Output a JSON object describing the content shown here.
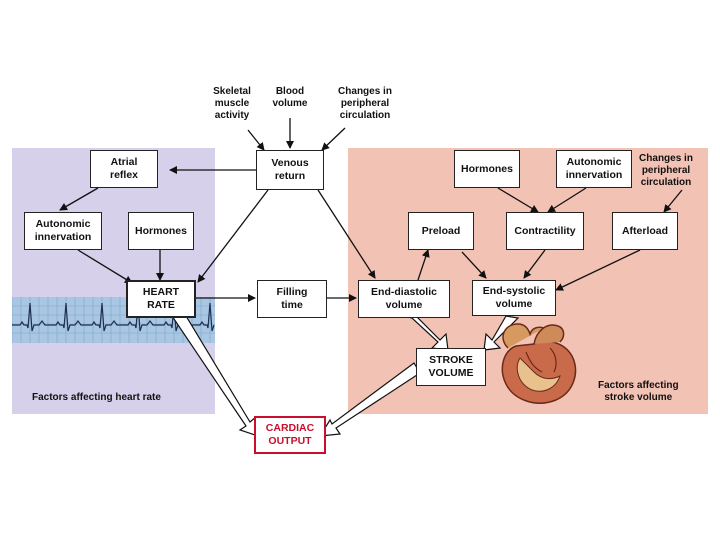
{
  "top_inputs": {
    "skeletal": "Skeletal\nmuscle\nactivity",
    "blood": "Blood\nvolume",
    "changes": "Changes in\nperipheral\ncirculation"
  },
  "nodes": {
    "venous_return": "Venous\nreturn",
    "atrial_reflex": "Atrial\nreflex",
    "autonomic_innervation_hr": "Autonomic\ninnervation",
    "hormones_hr": "Hormones",
    "heart_rate": "HEART\nRATE",
    "filling_time": "Filling\ntime",
    "end_diastolic": "End-diastolic\nvolume",
    "hormones_sv": "Hormones",
    "autonomic_innervation_sv": "Autonomic\ninnervation",
    "changes_peripheral_sv": "Changes in\nperipheral\ncirculation",
    "preload": "Preload",
    "contractility": "Contractility",
    "afterload": "Afterload",
    "end_systolic": "End-systolic\nvolume",
    "stroke_volume": "STROKE\nVOLUME",
    "cardiac_output": "CARDIAC\nOUTPUT"
  },
  "captions": {
    "heart_rate_factors": "Factors affecting heart rate",
    "stroke_volume_factors": "Factors affecting\nstroke volume"
  },
  "colors": {
    "heart_rate_panel": "#d6d0ea",
    "stroke_volume_panel": "#f2c2b4",
    "cardiac_output": "#c8102e"
  }
}
